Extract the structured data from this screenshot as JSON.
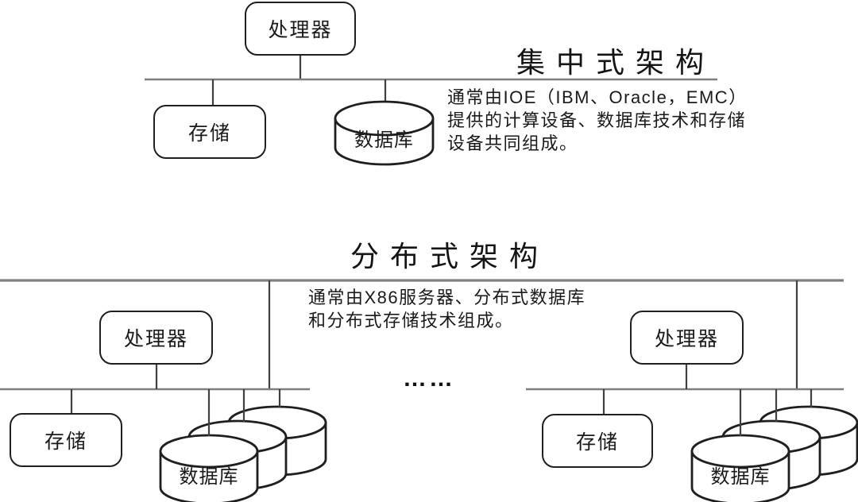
{
  "colors": {
    "bus_line": "#7f7f7f",
    "connector_line": "#404040",
    "shape_border": "#1f1f1f",
    "text": "#1a1a1a",
    "background": "#ffffff"
  },
  "centralized": {
    "title": "集中式架构",
    "description_lines": [
      "通常由IOE（IBM、Oracle，EMC）",
      "提供的计算设备、数据库技术和存储",
      "设备共同组成。"
    ],
    "processor_label": "处理器",
    "storage_label": "存储",
    "database_label": "数据库"
  },
  "distributed": {
    "title": "分布式架构",
    "description_lines": [
      "通常由X86服务器、分布式数据库",
      "和分布式存储技术组成。"
    ],
    "ellipsis": "……",
    "left": {
      "processor_label": "处理器",
      "storage_label": "存储",
      "database_label": "数据库"
    },
    "right": {
      "processor_label": "处理器",
      "storage_label": "存储",
      "database_label": "数据库"
    }
  }
}
